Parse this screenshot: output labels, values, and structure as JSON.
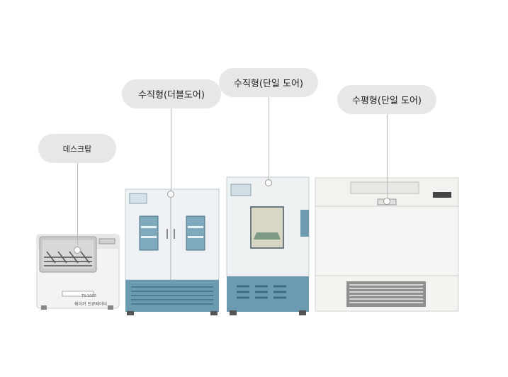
{
  "labels": {
    "desktop": "데스크탑",
    "vertical_double": "수직형(더블도어)",
    "vertical_single": "수직형(단일 도어)",
    "horizontal_single": "수평형(단일 도어)"
  },
  "desktop_unit": {
    "model": "TS-1000",
    "caption": "쉐이커 인큐베이터"
  },
  "colors": {
    "label_bg": "#e7e7e7",
    "accent_blue": "#5f91a6",
    "panel_white": "#f4f5f4"
  }
}
